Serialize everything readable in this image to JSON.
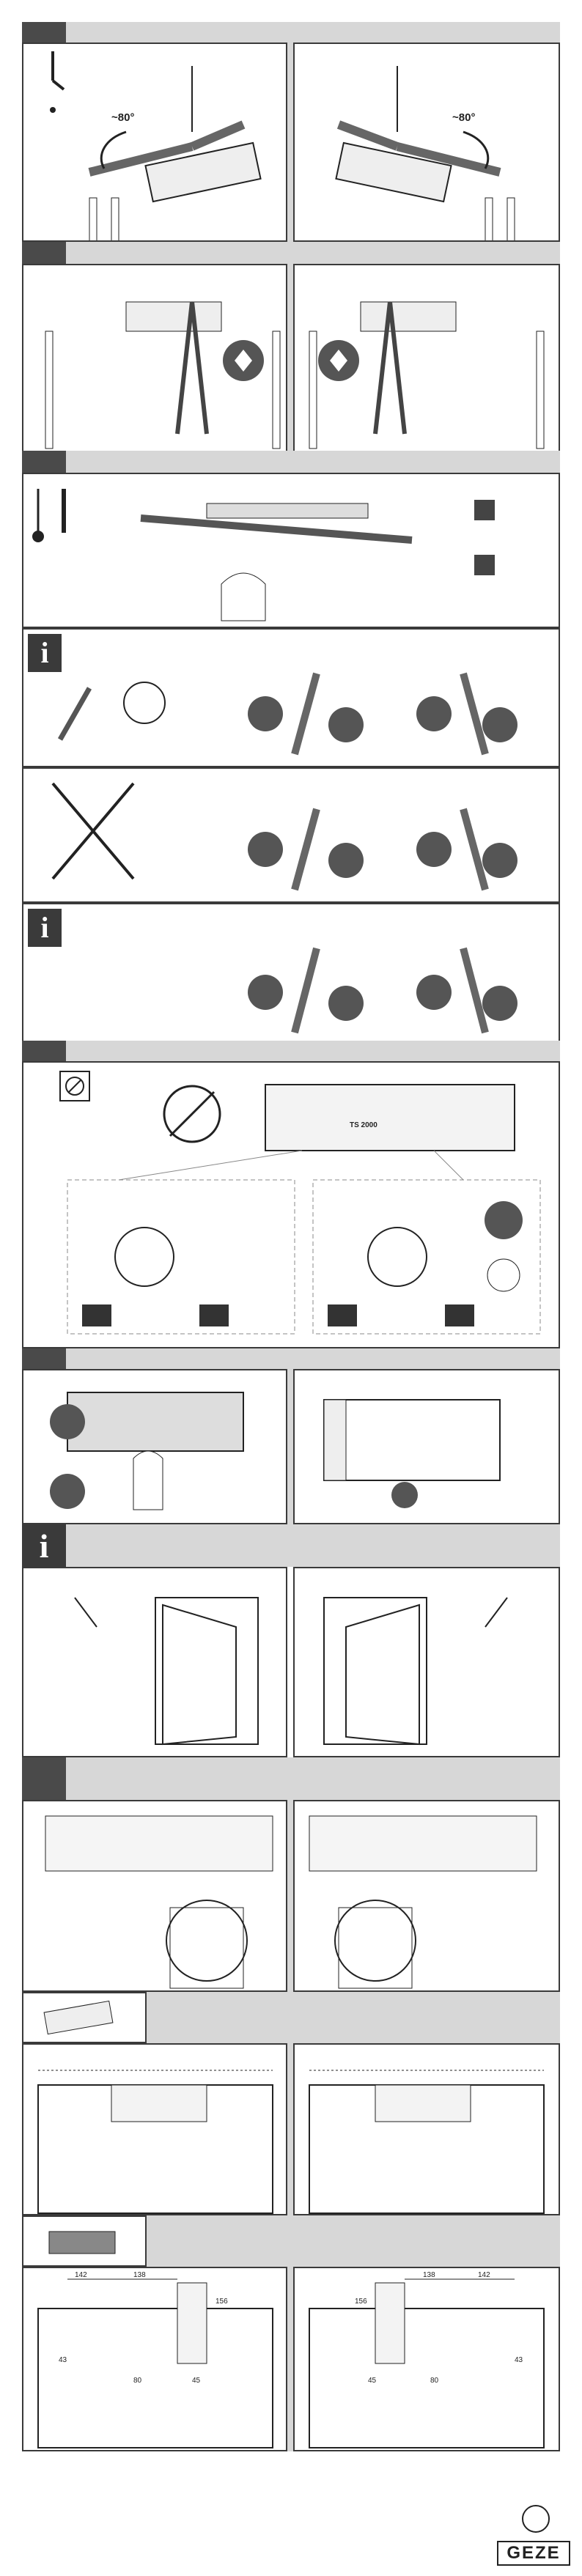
{
  "angles": {
    "left": "~80°",
    "right": "~80°"
  },
  "labels": {
    "model": "TS 2000",
    "dims": [
      "142",
      "138",
      "156",
      "43",
      "80",
      "45",
      "142",
      "138",
      "156",
      "43",
      "45",
      "80"
    ]
  },
  "brand": {
    "logo_text": "GEZE"
  },
  "colors": {
    "band": "#d7d7d7",
    "tab": "#4a4a4a",
    "frame": "#3a3a3a"
  }
}
